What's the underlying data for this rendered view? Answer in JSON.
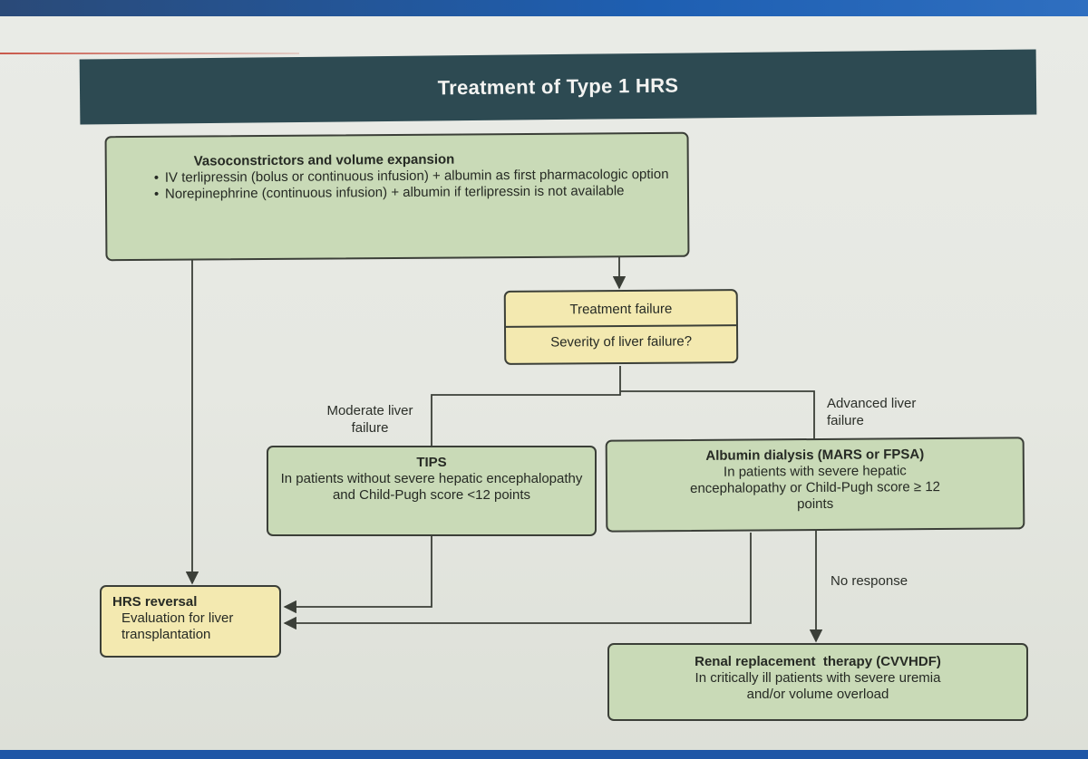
{
  "title": "Treatment of Type 1 HRS",
  "vaso": {
    "heading": "Vasoconstrictors and volume expansion",
    "bullets": [
      "IV terlipressin (bolus or continuous infusion) + albumin as first pharmacologic option",
      "Norepinephrine (continuous infusion) + albumin if terlipressin is not available"
    ]
  },
  "failure": {
    "heading": "Treatment failure",
    "question": "Severity of liver failure?"
  },
  "branch_labels": {
    "moderate": "Moderate liver failure",
    "advanced": "Advanced liver failure",
    "no_response": "No response"
  },
  "tips": {
    "heading": "TIPS",
    "body": "In patients without severe hepatic encephalopathy and Child-Pugh score <12 points"
  },
  "albumin": {
    "heading": "Albumin dialysis (MARS or FPSA)",
    "body": "In patients with severe hepatic encephalopathy or Child-Pugh score ≥ 12 points"
  },
  "reversal": {
    "heading": "HRS reversal",
    "body": "Evaluation for liver transplantation"
  },
  "renal": {
    "heading": "Renal replacement  therapy (CVVHDF)",
    "body": "In critically ill patients with severe uremia and/or volume overload"
  },
  "colors": {
    "title_bar": "#2d4a52",
    "green_box": "#c9dab7",
    "yellow_box": "#f3e9b0",
    "top_bar": "#1e5fb2"
  }
}
